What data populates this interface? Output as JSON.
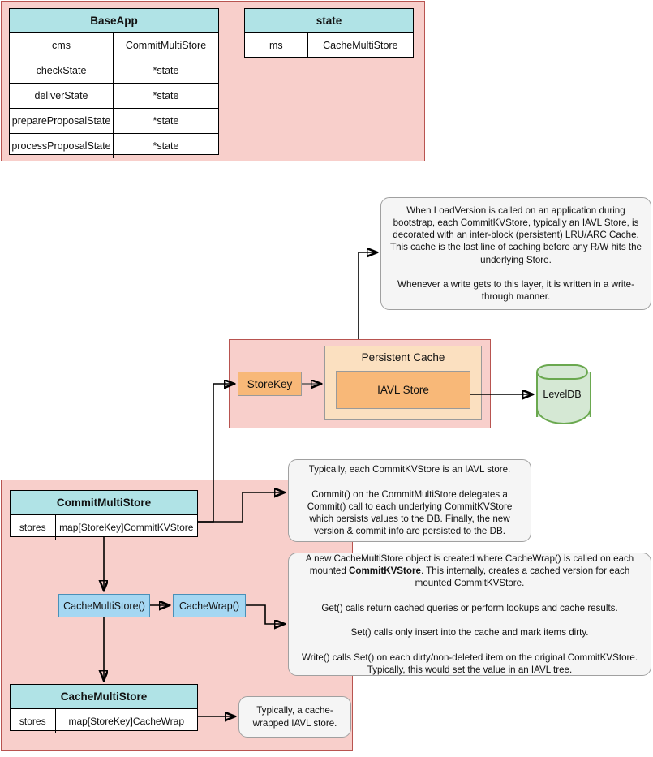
{
  "diagram": {
    "title": "Cosmos SDK store layering diagram",
    "colors": {
      "pink_fill": "#f8cfcb",
      "pink_stroke": "#b85450",
      "header_teal": "#b0e3e6",
      "orange_light": "#fbe0c0",
      "orange_solid": "#f8b878",
      "blue_fill": "#a5d7f2",
      "blue_stroke": "#4a90b8",
      "note_fill": "#f5f5f5",
      "note_stroke": "#a0a0a0",
      "db_fill": "#d5e8d4",
      "db_stroke": "#6aa84f"
    }
  },
  "baseapp_table": {
    "title": "BaseApp",
    "rows": [
      {
        "field": "cms",
        "type": "CommitMultiStore"
      },
      {
        "field": "checkState",
        "type": "*state"
      },
      {
        "field": "deliverState",
        "type": "*state"
      },
      {
        "field": "prepareProposalState",
        "type": "*state"
      },
      {
        "field": "processProposalState",
        "type": "*state"
      }
    ]
  },
  "state_table": {
    "title": "state",
    "rows": [
      {
        "field": "ms",
        "type": "CacheMultiStore"
      }
    ]
  },
  "persistent_cache": {
    "title": "Persistent Cache",
    "store_key_label": "StoreKey",
    "iavl_store_label": "IAVL Store",
    "database_label": "LevelDB"
  },
  "commit_multi_store_table": {
    "title": "CommitMultiStore",
    "rows": [
      {
        "field": "stores",
        "type": "map[StoreKey]CommitKVStore"
      }
    ]
  },
  "cache_multi_store_table": {
    "title": "CacheMultiStore",
    "rows": [
      {
        "field": "stores",
        "type": "map[StoreKey]CacheWrap"
      }
    ]
  },
  "process_boxes": {
    "cache_multi_store_call": "CacheMultiStore()",
    "cache_wrap_call": "CacheWrap()"
  },
  "notes": {
    "load_version": "When LoadVersion is called on an application during bootstrap, each CommitKVStore, typically an IAVL Store, is decorated with an inter-block (persistent) LRU/ARC Cache. This cache is the last line of caching before any R/W hits the underlying Store.\n\nWhenever a write gets to this layer, it is written in a write-through manner.",
    "commit_kv_store": "Typically, each CommitKVStore is an IAVL store.\n\nCommit() on the CommitMultiStore delegates a Commit() call to each underlying CommitKVStore which persists values to the DB. Finally, the new version & commit info are persisted to the DB.",
    "cache_wrap_detail_line1": "A new CacheMultiStore object is created where CacheWrap() is called on each mounted ",
    "cache_wrap_detail_bold": "CommitKVStore",
    "cache_wrap_detail_line2": ". This internally, creates a cached version for each mounted CommitKVStore.\n\nGet() calls return cached queries or perform lookups and cache results.\n\nSet() calls only insert into the cache and mark items dirty.\n\nWrite() calls Set() on each dirty/non-deleted item on the original CommitKVStore. Typically, this would set the value in an IAVL tree.",
    "cache_wrapped_iavl": "Typically, a cache-wrapped IAVL store."
  }
}
